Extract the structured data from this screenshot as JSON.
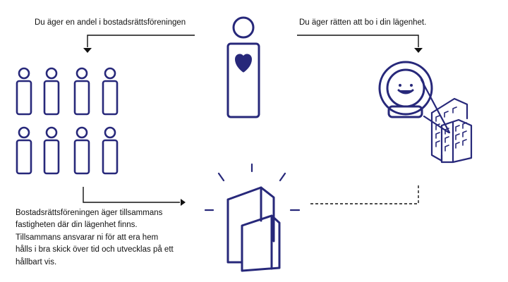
{
  "captions": {
    "share": "Du äger en andel i bostadsrättsföreningen",
    "right_to_live": "Du äger rätten att bo i din lägenhet."
  },
  "description": {
    "lines": [
      "Bostadsrättsföreningen äger tillsammans",
      "fastigheten där din lägenhet finns.",
      "Tillsammans ansvarar ni för att era hem",
      "hålls i bra skick över tid och utvecklas på ett",
      "hållbart vis."
    ]
  },
  "colors": {
    "navy": "#27287a",
    "text": "#111111",
    "background": "#ffffff"
  },
  "icons": {
    "owner": "person-with-heart-icon",
    "members": "people-group-icon",
    "resident": "smiling-face-icon",
    "apartment": "apartment-building-icon",
    "property": "shining-building-icon"
  }
}
